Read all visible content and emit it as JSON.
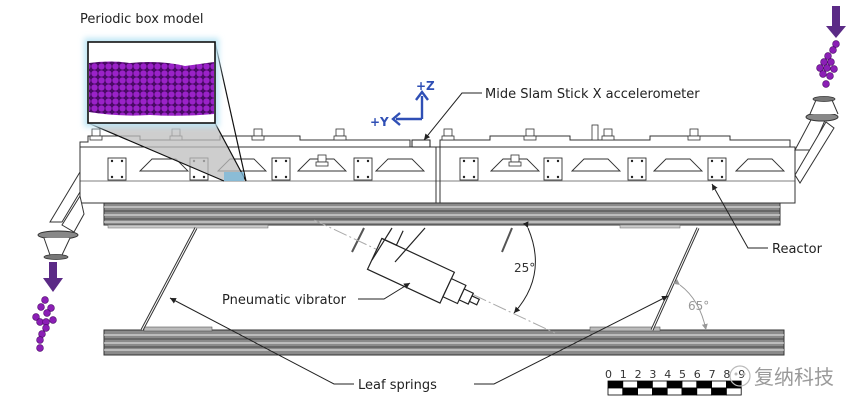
{
  "figure": {
    "inset_title": "Periodic box model",
    "labels": {
      "accelerometer": "Mide Slam Stick X accelerometer",
      "reactor": "Reactor",
      "vibrator": "Pneumatic vibrator",
      "leaf_springs": "Leaf springs"
    },
    "axes": {
      "z": "+Z",
      "y": "+Y"
    },
    "angles": {
      "vibrator_angle": "25°",
      "spring_angle": "65°"
    },
    "scale_bar": {
      "ticks": [
        "0",
        "1",
        "2",
        "3",
        "4",
        "5",
        "6",
        "7",
        "8",
        "9"
      ]
    },
    "watermark": "复纳科技",
    "colors": {
      "particle": "#8b1fb5",
      "arrow": "#5b2a86",
      "axis": "#2f4fb5",
      "highlight": "#7ab8d8"
    }
  }
}
